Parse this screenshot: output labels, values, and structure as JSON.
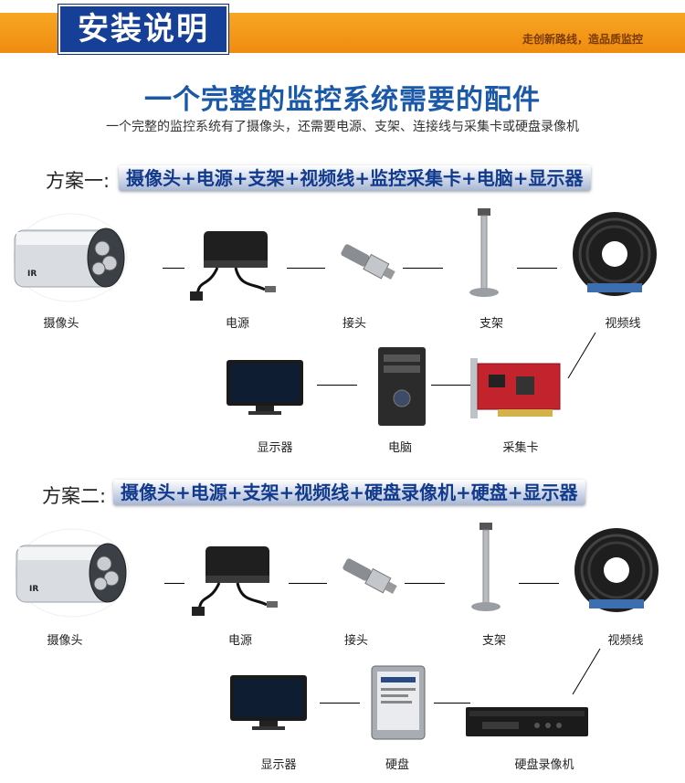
{
  "header": {
    "banner_title": "安装说明",
    "slogan": "走创新路线，造品质监控"
  },
  "title": "一个完整的监控系统需要的配件",
  "subtitle": "一个完整的监控系统有了摄像头，还需要电源、支架、连接线与采集卡或硬盘录像机",
  "plan1": {
    "label": "方案一:",
    "formula": "摄像头+电源+支架+视频线+监控采集卡+电脑+显示器",
    "items": [
      "摄像头",
      "电源",
      "接头",
      "支架",
      "视频线"
    ],
    "items_row2": [
      "显示器",
      "电脑",
      "采集卡"
    ]
  },
  "plan2": {
    "label": "方案二:",
    "formula": "摄像头+电源+支架+视频线+硬盘录像机+硬盘+显示器",
    "items": [
      "摄像头",
      "电源",
      "接头",
      "支架",
      "视频线"
    ],
    "items_row2": [
      "显示器",
      "硬盘",
      "硬盘录像机"
    ]
  },
  "camera_brand": "IR"
}
